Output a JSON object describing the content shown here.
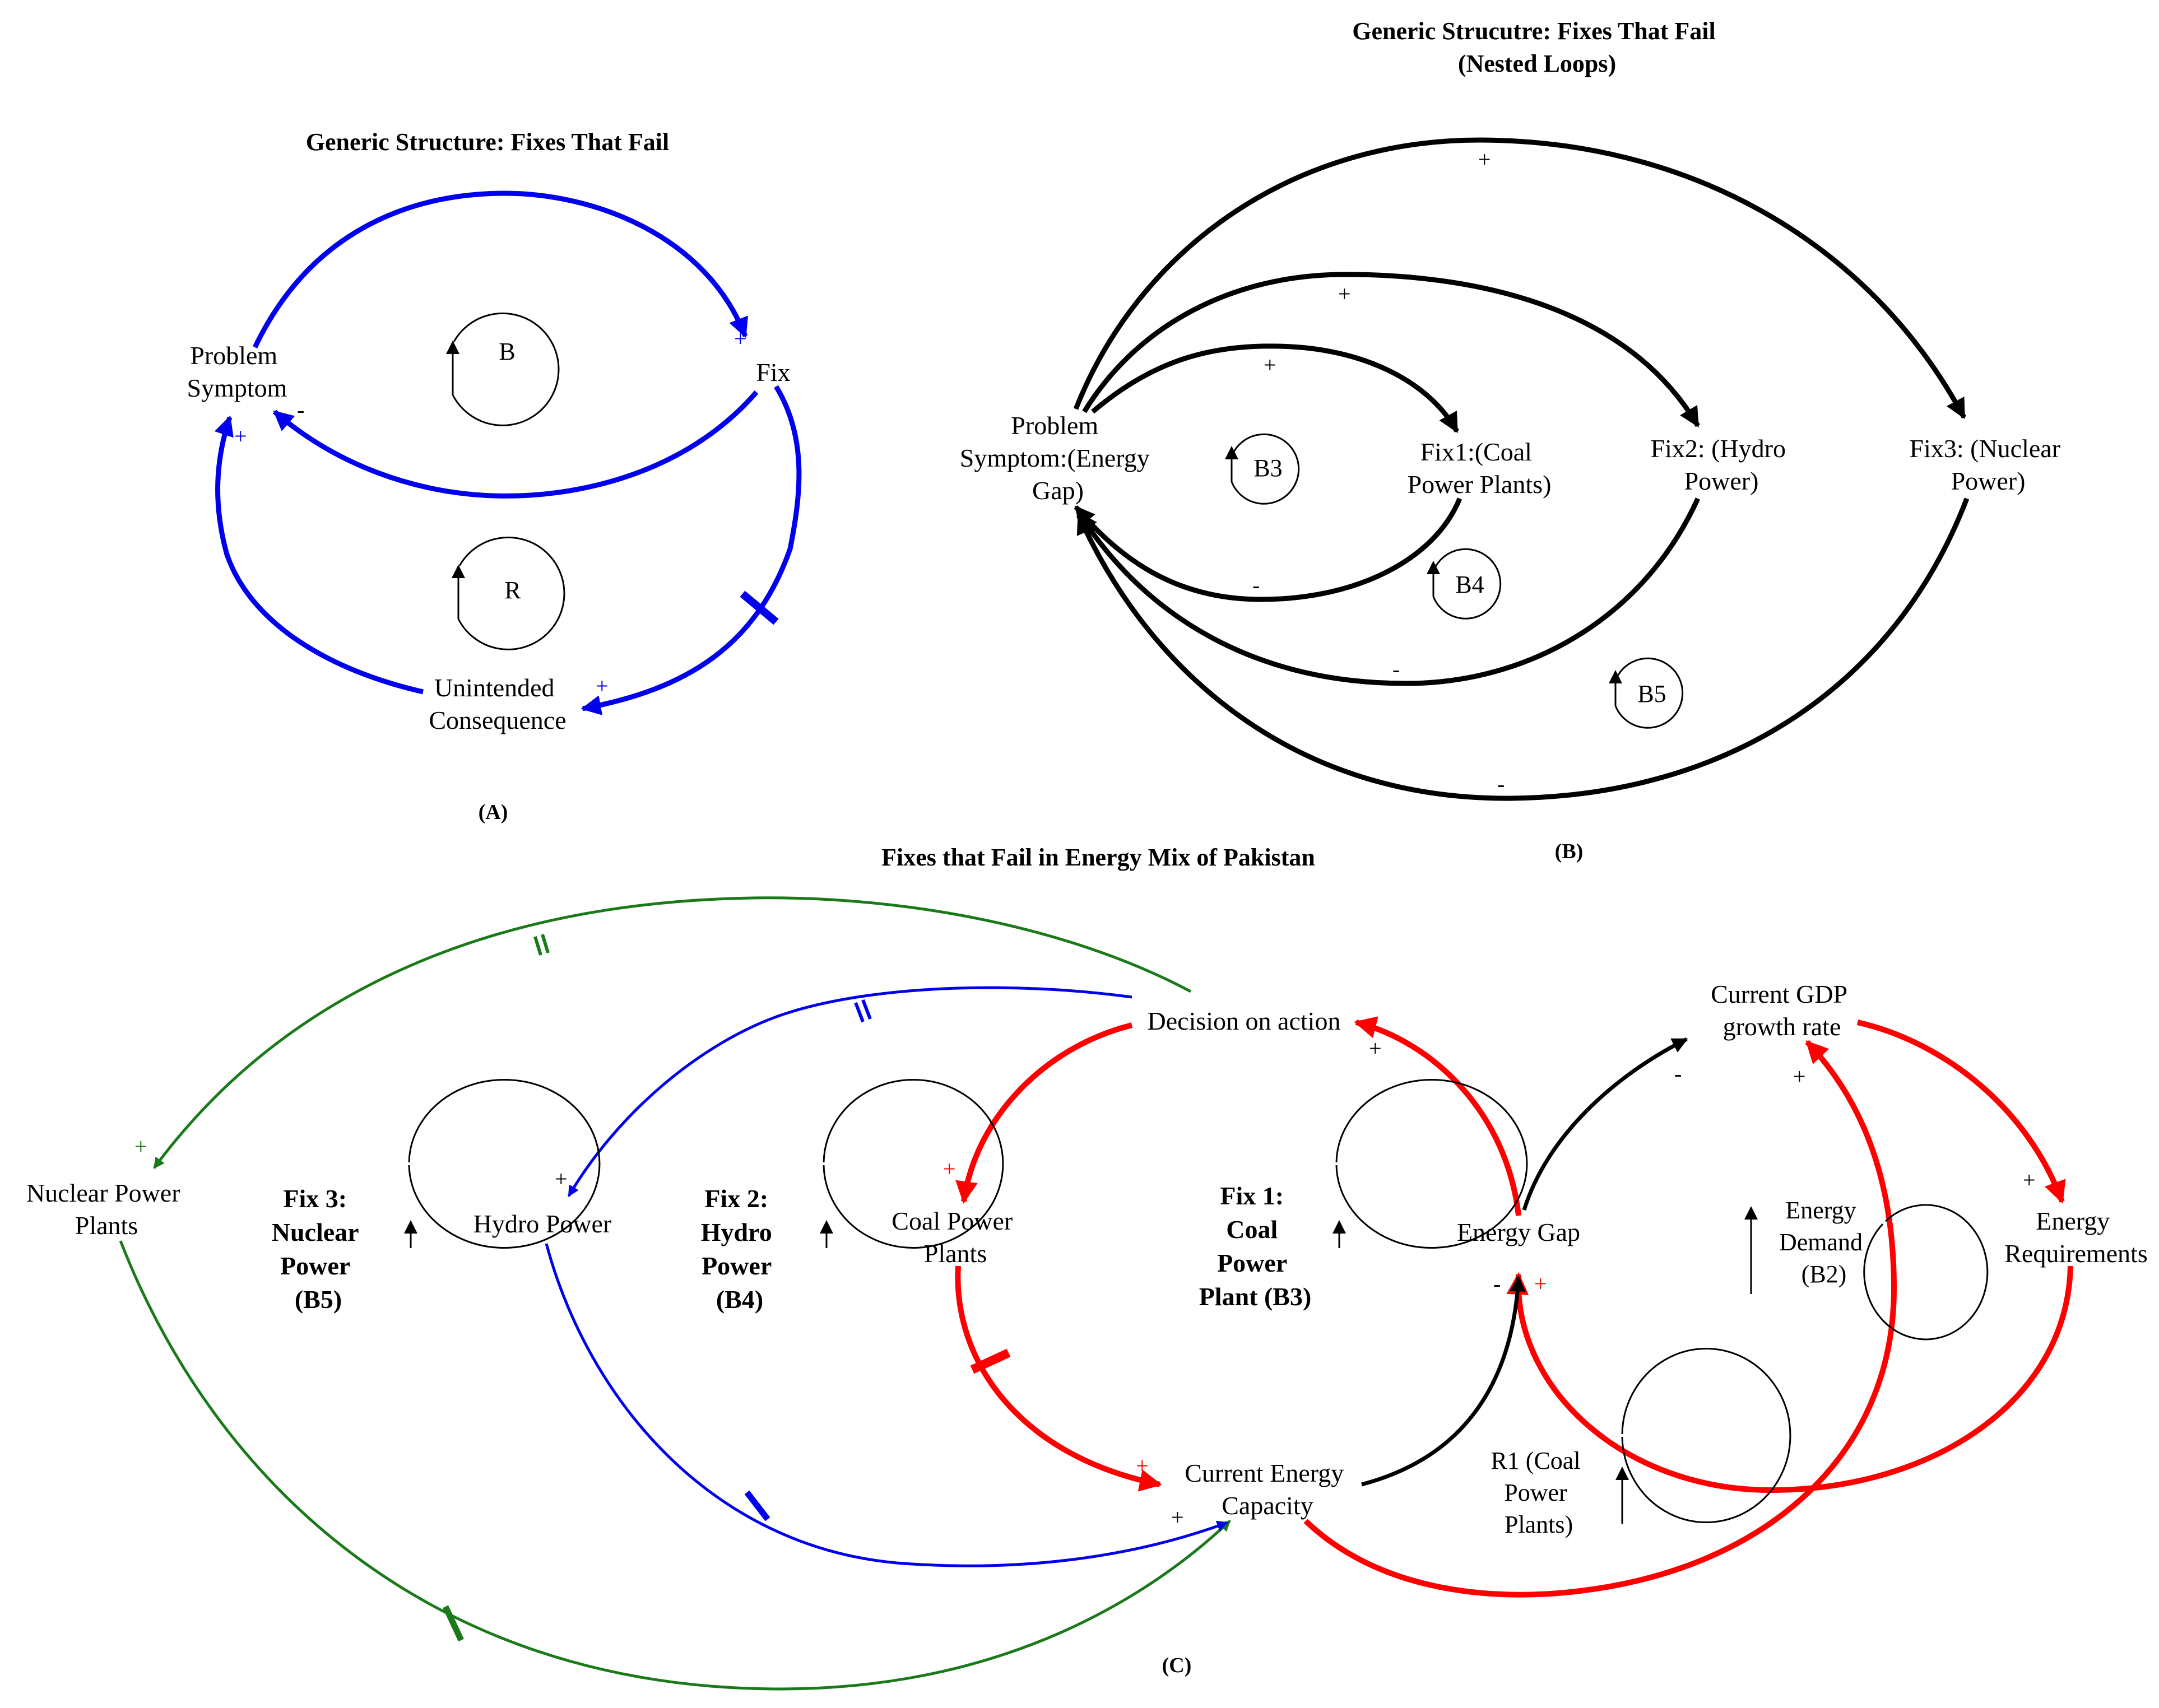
{
  "colors": {
    "blue": "#0000ee",
    "black": "#000000",
    "red": "#ff0000",
    "green": "#1a7a1a"
  },
  "panel_a": {
    "title": "Generic Structure: Fixes That Fail",
    "caption": "(A)",
    "problem_symptom": [
      "Problem",
      "Symptom"
    ],
    "fix": "Fix",
    "unintended_consequence": [
      "Unintended",
      "Consequence"
    ],
    "loop_b": "B",
    "loop_r": "R",
    "signs": {
      "to_fix": "+",
      "to_symptom": "-",
      "symptom_in": "+",
      "to_consequence": "+"
    }
  },
  "panel_b": {
    "title": [
      "Generic Strucutre: Fixes That Fail",
      "(Nested Loops)"
    ],
    "caption": "(B)",
    "problem_symptom": [
      "Problem",
      "Symptom:(Energy",
      "Gap)"
    ],
    "fix1": [
      "Fix1:(Coal",
      "Power Plants)"
    ],
    "fix2": [
      "Fix2: (Hydro",
      "Power)"
    ],
    "fix3": [
      "Fix3: (Nuclear",
      "Power)"
    ],
    "loops": [
      "B3",
      "B4",
      "B5"
    ],
    "signs": {
      "to_fix1": "+",
      "to_fix2": "+",
      "to_fix3": "+",
      "from_fix1": "-",
      "from_fix2": "-",
      "from_fix3": "-"
    }
  },
  "panel_c": {
    "title": "Fixes that Fail in Energy Mix of Pakistan",
    "caption": "(C)",
    "decision": "Decision on action",
    "nuclear": [
      "Nuclear Power",
      "Plants"
    ],
    "hydro": "Hydro Power",
    "coal": [
      "Coal Power",
      "Plants"
    ],
    "capacity": [
      "Current Energy",
      "Capacity"
    ],
    "gap": "Energy Gap",
    "gdp": [
      "Current GDP",
      "growth rate"
    ],
    "requirements": [
      "Energy",
      "Requirements"
    ],
    "loop_b5": [
      "Fix 3:",
      "Nuclear",
      "Power",
      "(B5)"
    ],
    "loop_b4": [
      "Fix 2:",
      "Hydro",
      "Power",
      "(B4)"
    ],
    "loop_b3": [
      "Fix 1:",
      "Coal",
      "Power",
      "Plant (B3)"
    ],
    "loop_b2": [
      "Energy",
      "Demand",
      "(B2)"
    ],
    "loop_r1": [
      "R1 (Coal",
      "Power",
      "Plants)"
    ],
    "signs": {
      "to_nuclear": "+",
      "to_hydro": "+",
      "to_coal": "+",
      "to_decision": "+",
      "to_capacity_coal": "+",
      "to_capacity_hydro": "+",
      "gap_minus": "-",
      "gap_plus": "+",
      "to_gdp": "-",
      "gdp_in": "+",
      "to_requirements": "+"
    }
  }
}
